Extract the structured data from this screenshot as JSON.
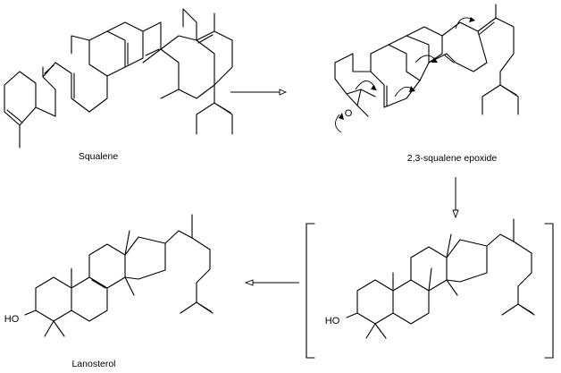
{
  "compounds": {
    "squalene": {
      "label": "Squalene"
    },
    "epoxide": {
      "label": "2,3-squalene epoxide",
      "oxygen_atom": "O"
    },
    "intermediate": {
      "hydroxyl": "HO"
    },
    "lanosterol": {
      "label": "Lanosterol",
      "hydroxyl": "HO"
    }
  }
}
